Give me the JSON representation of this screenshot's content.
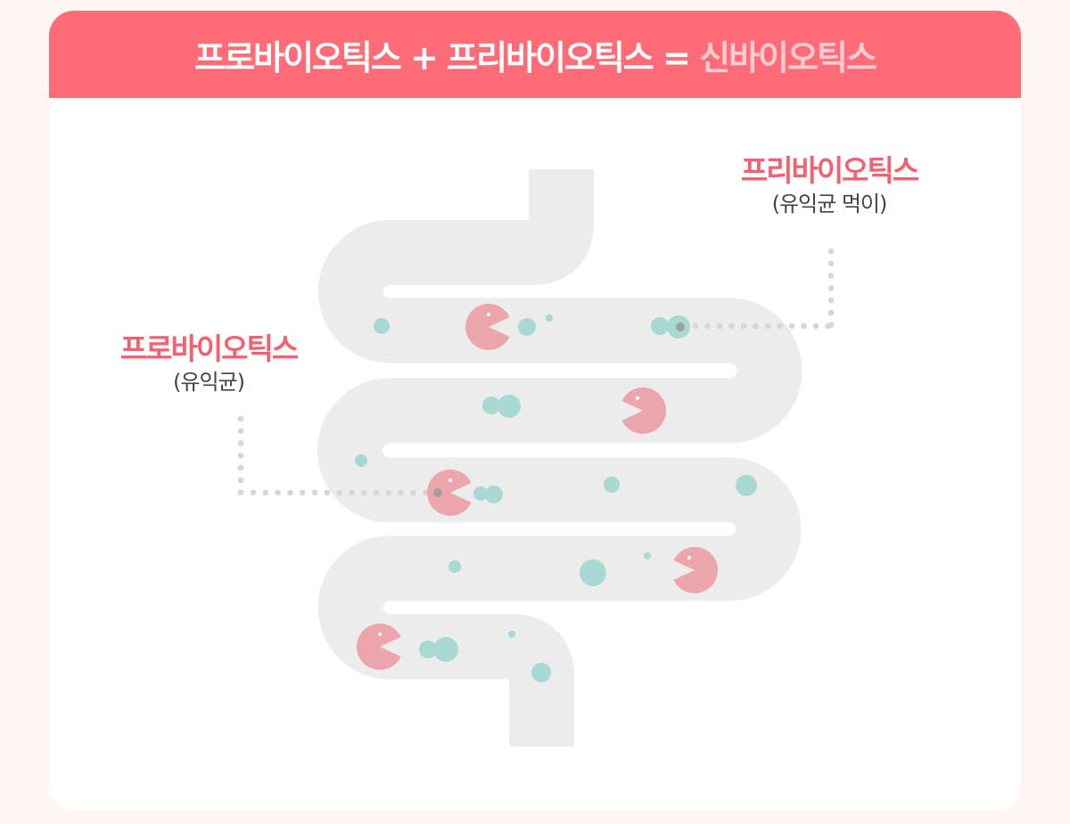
{
  "header": {
    "title_part1": "프로바이오틱스 + 프리바이오틱스 = ",
    "title_highlight": "신바이오틱스"
  },
  "labels": {
    "prebiotics": {
      "title": "프리바이오틱스",
      "subtitle": "(유익균 먹이)"
    },
    "probiotics": {
      "title": "프로바이오틱스",
      "subtitle": "(유익균)"
    }
  },
  "colors": {
    "header_bg": "#ff6b77",
    "highlight": "#ffcdd1",
    "label_accent": "#f4606f",
    "intestine": "#ececec",
    "probiotic_pacman": "#eca5ad",
    "prebiotic_particle": "#a8d8d2",
    "dotted_line": "#d6d6d6"
  }
}
